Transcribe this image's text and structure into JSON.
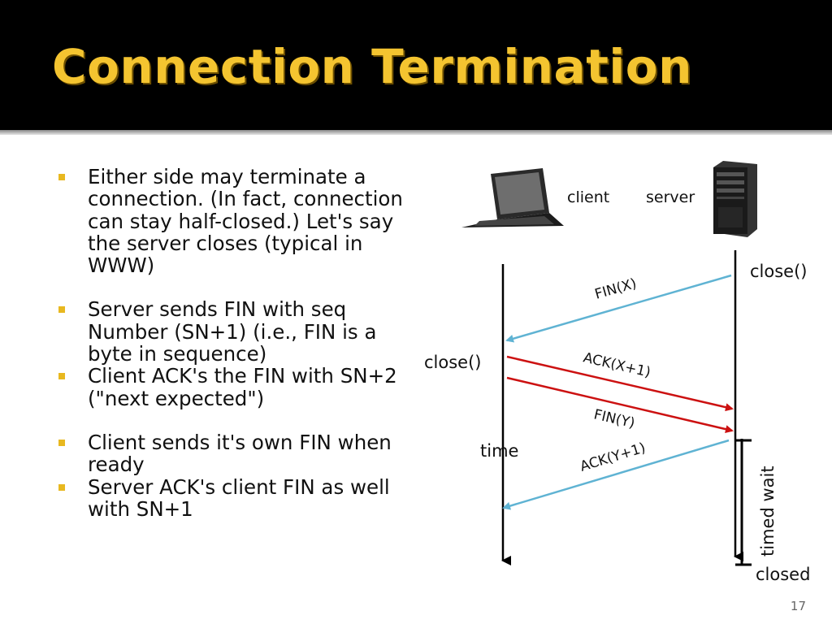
{
  "slide": {
    "title": "Connection Termination",
    "page_number": "17"
  },
  "bullets": [
    "Either side may terminate a connection. (In fact, connection can stay half-closed.) Let's say the server closes (typical in WWW)",
    "Server sends FIN with seq Number (SN+1) (i.e., FIN is a byte in sequence)",
    "Client ACK's the FIN with SN+2 (\"next expected\")",
    "Client sends it's own FIN when ready",
    "Server ACK's client FIN as well with SN+1"
  ],
  "diagram": {
    "client_label": "client",
    "server_label": "server",
    "server_close": "close()",
    "client_close": "close()",
    "time_label": "time",
    "timed_wait_label": "timed wait",
    "closed_label": "closed",
    "messages": {
      "fin_x": "FIN(X)",
      "ack_x1": "ACK(X+1)",
      "fin_y": "FIN(Y)",
      "ack_y1": "ACK(Y+1)"
    },
    "colors": {
      "server_to_client": "#5fb3d3",
      "client_to_server": "#cc1111"
    }
  }
}
